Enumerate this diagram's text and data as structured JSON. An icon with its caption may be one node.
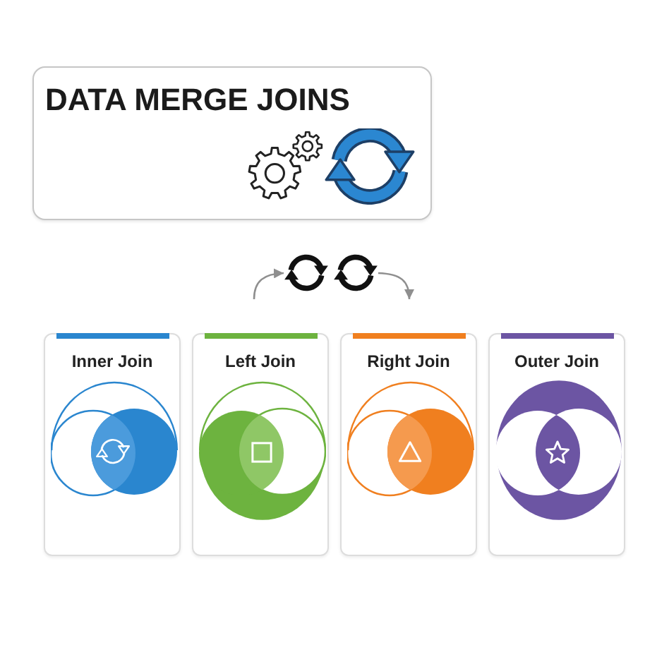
{
  "diagram": {
    "nodes": [
      {
        "text": [
          "DATA MERGE JOINS"
        ]
      },
      {
        "text": [],
        "shape": "picture"
      },
      {
        "text": [],
        "shape": "picture"
      },
      {
        "text": [
          "Inner Join"
        ]
      },
      {
        "text": [
          "Left Join"
        ]
      },
      {
        "text": [
          "Right Join"
        ]
      },
      {
        "text": [
          "Outer Join"
        ]
      }
    ],
    "edges": [
      {
        "from": null,
        "to": 1,
        "arrow": "to"
      },
      {
        "from": 2,
        "to": null,
        "arrow": "to"
      }
    ]
  }
}
